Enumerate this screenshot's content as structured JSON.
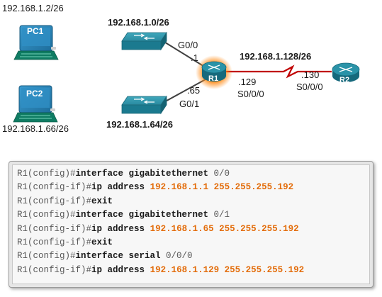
{
  "topology": {
    "pc1": {
      "label": "PC1",
      "address": "192.168.1.2/26"
    },
    "pc2": {
      "label": "PC2",
      "address": "192.168.1.66/26"
    },
    "lan1": {
      "network": "192.168.1.0/26"
    },
    "lan2": {
      "network": "192.168.1.64/26"
    },
    "wan": {
      "network": "192.168.1.128/26"
    },
    "r1": {
      "label": "R1",
      "g00": {
        "interface": "G0/0",
        "host": ".1"
      },
      "g01": {
        "interface": "G0/1",
        "host": ".65"
      },
      "s000": {
        "interface": "S0/0/0",
        "host": ".129"
      }
    },
    "r2": {
      "label": "R2",
      "s000": {
        "interface": "S0/0/0",
        "host": ".130"
      }
    },
    "colors": {
      "link_serial": "#c00000",
      "link_ethernet": "#404040",
      "device": "#1f7f94",
      "pc_label_bg": "#2f7ea8",
      "r1_highlight": "#ff8c1a",
      "cli_value": "#e36c0a"
    }
  },
  "cli": {
    "lines": [
      {
        "prompt": "R1(config)#",
        "cmd": "interface gigabitethernet",
        "arg": " 0/0",
        "value": ""
      },
      {
        "prompt": "R1(config-if)#",
        "cmd": "ip address",
        "arg": " ",
        "value": "192.168.1.1 255.255.255.192"
      },
      {
        "prompt": "R1(config-if)#",
        "cmd": "exit",
        "arg": "",
        "value": ""
      },
      {
        "prompt": "R1(config)#",
        "cmd": "interface gigabitethernet",
        "arg": " 0/1",
        "value": ""
      },
      {
        "prompt": "R1(config-if)#",
        "cmd": "ip address",
        "arg": " ",
        "value": "192.168.1.65 255.255.255.192"
      },
      {
        "prompt": "R1(config-if)#",
        "cmd": "exit",
        "arg": "",
        "value": ""
      },
      {
        "prompt": "R1(config)#",
        "cmd": "interface serial",
        "arg": " 0/0/0",
        "value": ""
      },
      {
        "prompt": "R1(config-if)#",
        "cmd": "ip address",
        "arg": " ",
        "value": "192.168.1.129 255.255.255.192"
      }
    ]
  }
}
